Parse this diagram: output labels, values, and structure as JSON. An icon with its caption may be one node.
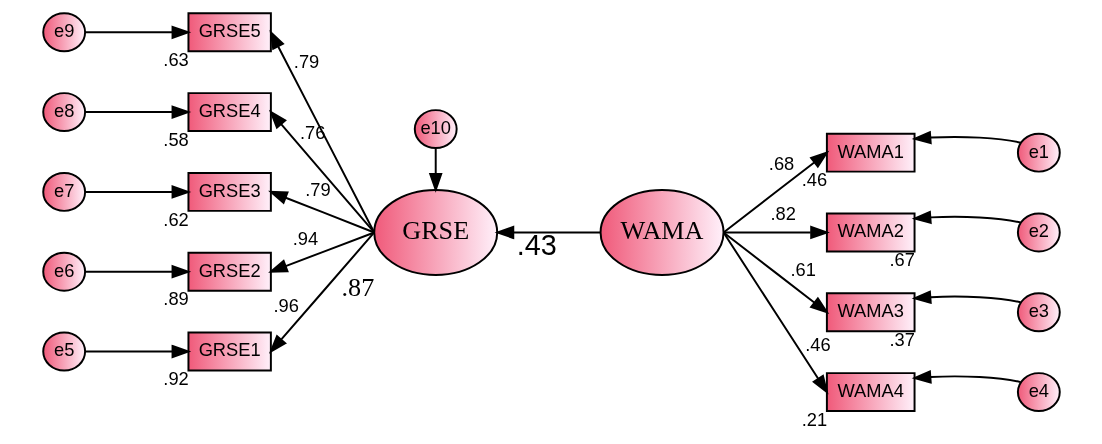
{
  "diagram": {
    "nodes": [
      {
        "text": [
          "e10"
        ]
      },
      {
        "text": [
          "e9"
        ]
      },
      {
        "text": [
          "GRSE5"
        ],
        "beside": [
          ".63"
        ]
      },
      {
        "text": [
          "e8"
        ]
      },
      {
        "text": [
          "GRSE4"
        ],
        "beside": [
          ".58"
        ]
      },
      {
        "text": [
          "e7"
        ]
      },
      {
        "text": [
          "GRSE3"
        ],
        "beside": [
          ".62"
        ]
      },
      {
        "text": [
          "e6"
        ]
      },
      {
        "text": [
          "GRSE2"
        ],
        "beside": [
          ".89"
        ]
      },
      {
        "text": [
          "e5"
        ]
      },
      {
        "text": [
          "GRSE1"
        ],
        "beside": [
          ".92"
        ]
      },
      {
        "text": [
          "GRSE"
        ],
        "beside": [
          ".87"
        ]
      },
      {
        "text": [
          "WAMA"
        ]
      },
      {
        "text": [
          "WAMA1"
        ],
        "beside": [
          ".46"
        ]
      },
      {
        "text": [
          "e1"
        ]
      },
      {
        "text": [
          "WAMA2"
        ],
        "beside": [
          ".67"
        ]
      },
      {
        "text": [
          "e2"
        ]
      },
      {
        "text": [
          "WAMA3"
        ],
        "beside": [
          ".37"
        ]
      },
      {
        "text": [
          "e3"
        ]
      },
      {
        "text": [
          "WAMA4"
        ],
        "beside": [
          ".21"
        ]
      },
      {
        "text": [
          "e4"
        ]
      }
    ],
    "edges": [
      {
        "from": 0,
        "to": 11,
        "arrow": "to"
      },
      {
        "from": 1,
        "to": 2,
        "arrow": "to"
      },
      {
        "from": 3,
        "to": 4,
        "arrow": "to"
      },
      {
        "from": 5,
        "to": 6,
        "arrow": "to"
      },
      {
        "from": 7,
        "to": 8,
        "arrow": "to"
      },
      {
        "from": 9,
        "to": 10,
        "arrow": "to"
      },
      {
        "from": 11,
        "to": 2,
        "arrow": "to",
        "label": ".79"
      },
      {
        "from": 11,
        "to": 4,
        "arrow": "to",
        "label": ".76"
      },
      {
        "from": 11,
        "to": 6,
        "arrow": "to",
        "label": ".79"
      },
      {
        "from": 11,
        "to": 8,
        "arrow": "to",
        "label": ".94"
      },
      {
        "from": 11,
        "to": 10,
        "arrow": "to",
        "label": ".96"
      },
      {
        "from": 12,
        "to": 11,
        "arrow": "to",
        "label": ".43"
      },
      {
        "from": 12,
        "to": 13,
        "arrow": "to",
        "label": ".68"
      },
      {
        "from": 12,
        "to": 15,
        "arrow": "to",
        "label": ".82"
      },
      {
        "from": 12,
        "to": 17,
        "arrow": "to",
        "label": ".61"
      },
      {
        "from": 12,
        "to": 19,
        "arrow": "to",
        "label": ".46"
      },
      {
        "from": 14,
        "to": 13,
        "arrow": "to"
      },
      {
        "from": 16,
        "to": 15,
        "arrow": "to"
      },
      {
        "from": 18,
        "to": 17,
        "arrow": "to"
      },
      {
        "from": 20,
        "to": 19,
        "arrow": "to"
      }
    ]
  }
}
